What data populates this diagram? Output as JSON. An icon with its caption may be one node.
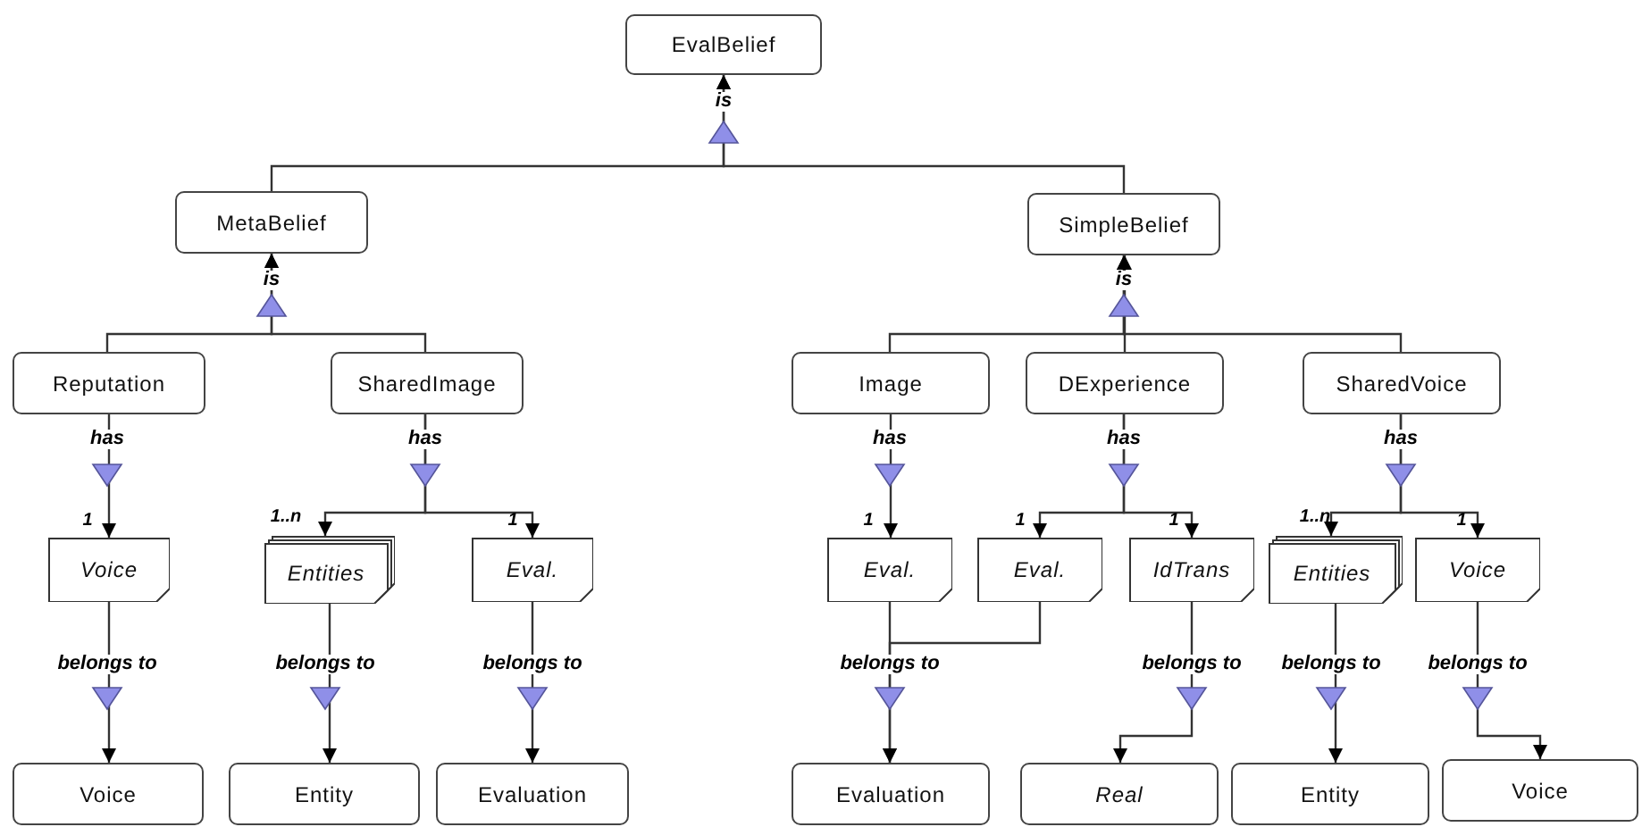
{
  "diagram": {
    "nodes": [
      {
        "text": [
          "EvalBelief"
        ]
      },
      {
        "text": [
          "MetaBelief"
        ]
      },
      {
        "text": [
          "SimpleBelief"
        ]
      },
      {
        "text": [
          "Reputation"
        ]
      },
      {
        "text": [
          "SharedImage"
        ]
      },
      {
        "text": [
          "Image"
        ]
      },
      {
        "text": [
          "DExperience"
        ]
      },
      {
        "text": [
          "SharedVoice"
        ]
      },
      {
        "text": [
          "Voice"
        ]
      },
      {
        "text": [
          "Entities"
        ]
      },
      {
        "text": [
          "Eval."
        ]
      },
      {
        "text": [
          "Eval."
        ]
      },
      {
        "text": [
          "Eval."
        ]
      },
      {
        "text": [
          "IdTrans"
        ]
      },
      {
        "text": [
          "Entities"
        ]
      },
      {
        "text": [
          "Voice"
        ]
      },
      {
        "text": [
          "Voice"
        ]
      },
      {
        "text": [
          "Entity"
        ]
      },
      {
        "text": [
          "Evaluation"
        ]
      },
      {
        "text": [
          "Evaluation"
        ]
      },
      {
        "text": [
          "Real"
        ]
      },
      {
        "text": [
          "Entity"
        ]
      },
      {
        "text": [
          "Voice"
        ]
      }
    ],
    "edges": [
      {
        "from": 1,
        "to": 0,
        "arrow": "to",
        "label": "is"
      },
      {
        "from": 2,
        "to": 0,
        "arrow": "to"
      },
      {
        "from": 3,
        "to": 1,
        "arrow": "to",
        "label": "is"
      },
      {
        "from": 4,
        "to": 1,
        "arrow": "to"
      },
      {
        "from": 5,
        "to": 2,
        "arrow": "to",
        "label": "is"
      },
      {
        "from": 6,
        "to": 2,
        "arrow": "to"
      },
      {
        "from": 7,
        "to": 2,
        "arrow": "to"
      },
      {
        "from": 3,
        "to": 8,
        "arrow": "to",
        "label": "has"
      },
      {
        "from": 4,
        "to": 9,
        "arrow": "to",
        "label": "has"
      },
      {
        "from": 4,
        "to": 10,
        "arrow": "to"
      },
      {
        "from": 5,
        "to": 11,
        "arrow": "to",
        "label": "has"
      },
      {
        "from": 6,
        "to": 12,
        "arrow": "to",
        "label": "has"
      },
      {
        "from": 6,
        "to": 13,
        "arrow": "to"
      },
      {
        "from": 7,
        "to": 14,
        "arrow": "to",
        "label": "has"
      },
      {
        "from": 7,
        "to": 15,
        "arrow": "to"
      },
      {
        "from": 8,
        "to": 16,
        "arrow": "to",
        "label": "belongs to"
      },
      {
        "from": 9,
        "to": 17,
        "arrow": "to",
        "label": "belongs to"
      },
      {
        "from": 10,
        "to": 18,
        "arrow": "to",
        "label": "belongs to"
      },
      {
        "from": 11,
        "to": 19,
        "arrow": "to",
        "label": "belongs to"
      },
      {
        "from": 12,
        "to": 19,
        "arrow": "to"
      },
      {
        "from": 13,
        "to": 20,
        "arrow": "to",
        "label": "belongs to"
      },
      {
        "from": 14,
        "to": 21,
        "arrow": "to",
        "label": "belongs to"
      },
      {
        "from": 15,
        "to": 22,
        "arrow": "to",
        "label": "belongs to"
      }
    ],
    "labels": [
      "1",
      "1..n",
      "1",
      "1",
      "1",
      "1",
      "1..n",
      "1"
    ]
  }
}
